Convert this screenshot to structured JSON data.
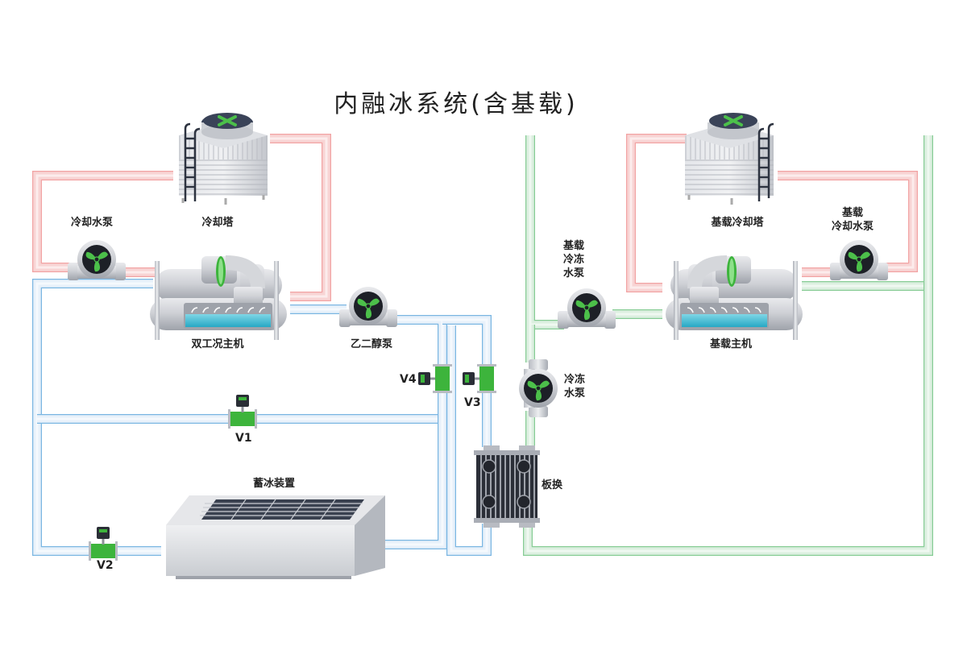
{
  "title": "内融冰系统(含基载)",
  "colors": {
    "cooling_pipe": "#f8d4d4",
    "cooling_pipe_edge": "#f2a3a3",
    "glycol_pipe": "#e8f1fa",
    "glycol_pipe_edge": "#7ab6e2",
    "chilled_pipe": "#dcefe0",
    "chilled_pipe_edge": "#86cc94",
    "valve_green": "#3db43c",
    "fan_green": "#4cc04a",
    "equipment_gray": "#c9ccd1"
  },
  "equipment": {
    "cooling_tower": "冷却塔",
    "cooling_pump": "冷却水泵",
    "dual_chiller": "双工况主机",
    "glycol_pump": "乙二醇泵",
    "ice_storage": "蓄冰装置",
    "plate_hx": "板换",
    "chilled_pump": "冷冻\n水泵",
    "base_cooling_tower": "基载冷却塔",
    "base_cooling_pump": "基载\n冷却水泵",
    "base_chilled_pump": "基载\n冷冻\n水泵",
    "base_chiller": "基载主机"
  },
  "valves": {
    "v1": "V1",
    "v2": "V2",
    "v3": "V3",
    "v4": "V4"
  }
}
